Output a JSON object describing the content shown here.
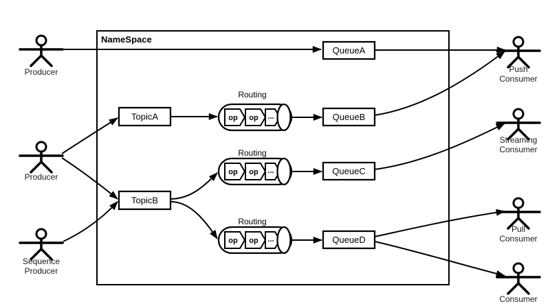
{
  "diagram": {
    "colors": {
      "line": "#000000",
      "fill": "#ffffff"
    },
    "namespace_title": "NameSpace",
    "producers": [
      {
        "line1": "Producer",
        "line2": ""
      },
      {
        "line1": "Producer",
        "line2": ""
      },
      {
        "line1": "Sequence",
        "line2": "Producer"
      }
    ],
    "consumers": [
      {
        "line1": "Push",
        "line2": "Consumer"
      },
      {
        "line1": "Streaming",
        "line2": "Consumer"
      },
      {
        "line1": "Pull",
        "line2": "Consumer"
      },
      {
        "line1": "Consumer",
        "line2": ""
      }
    ],
    "topics": [
      "TopicA",
      "TopicB"
    ],
    "queues": [
      "QueueA",
      "QueueB",
      "QueueC",
      "QueueD"
    ],
    "routings": [
      {
        "label": "Routing",
        "ops": [
          "op",
          "op",
          "..."
        ]
      },
      {
        "label": "Routing",
        "ops": [
          "op",
          "op",
          "..."
        ]
      },
      {
        "label": "Routing",
        "ops": [
          "op",
          "op",
          "..."
        ]
      }
    ]
  }
}
